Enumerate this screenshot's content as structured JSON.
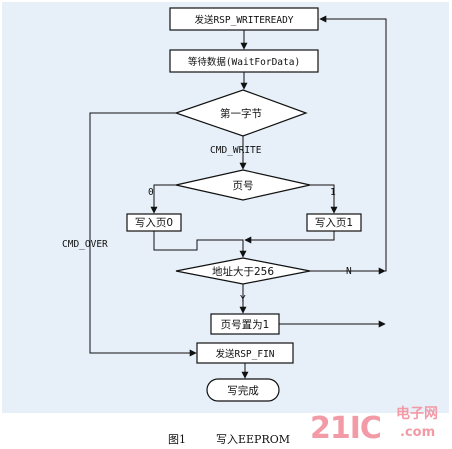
{
  "nodes": {
    "send_ready": "发送RSP_WRITEREADY",
    "wait_data": "等待数据(WaitForData)",
    "first_byte": "第一字节",
    "page_num": "页号",
    "write_page0": "写入页0",
    "write_page1": "写入页1",
    "addr_gt": "地址大于256",
    "set_page1": "页号置为1",
    "send_fin": "发送RSP_FIN",
    "done": "写完成"
  },
  "edge_labels": {
    "cmd_write": "CMD_WRITE",
    "cmd_over": "CMD_OVER",
    "branch_0": "0",
    "branch_1": "1",
    "no": "N",
    "yes": "Y"
  },
  "caption": {
    "figure": "图1",
    "title": "写入EEPROM"
  },
  "watermark": {
    "main": "21IC",
    "sub": ".com",
    "cn": "电子网"
  },
  "colors": {
    "background": "#e7f0f8",
    "node_fill": "#ffffff",
    "stroke": "#111111",
    "watermark": "#f29aa6"
  }
}
